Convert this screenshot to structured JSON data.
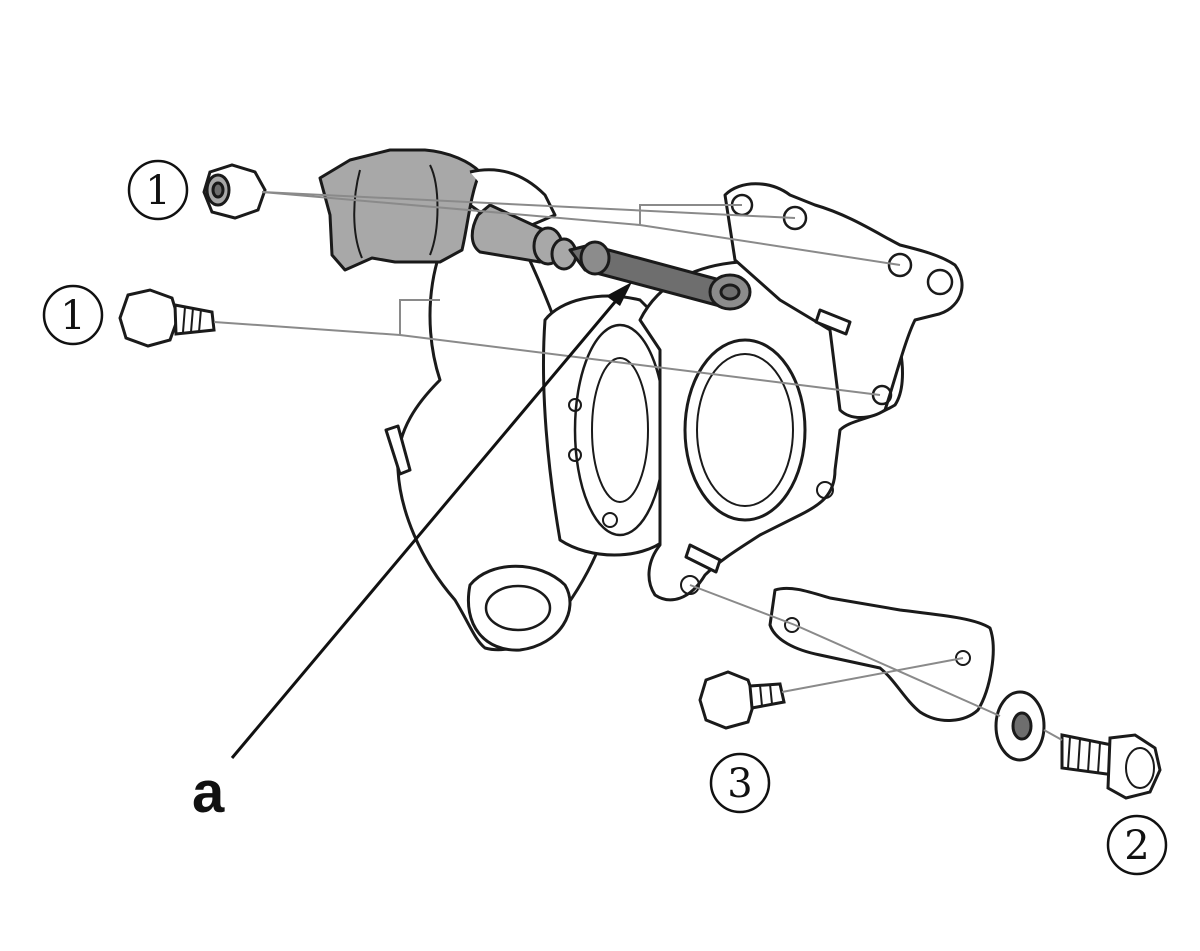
{
  "diagram": {
    "callouts": {
      "bolt_upper_left": "1",
      "bolt_mid_left": "1",
      "bolt_lower_mid": "3",
      "bolt_lower_right": "2"
    },
    "pointer_label": "a",
    "colors": {
      "line": "#1a1a1a",
      "leader": "#8a8a8a",
      "part_fill": "#ffffff",
      "shaded_fill": "#a8a8a8",
      "dark_fill": "#6e6e6e"
    }
  }
}
